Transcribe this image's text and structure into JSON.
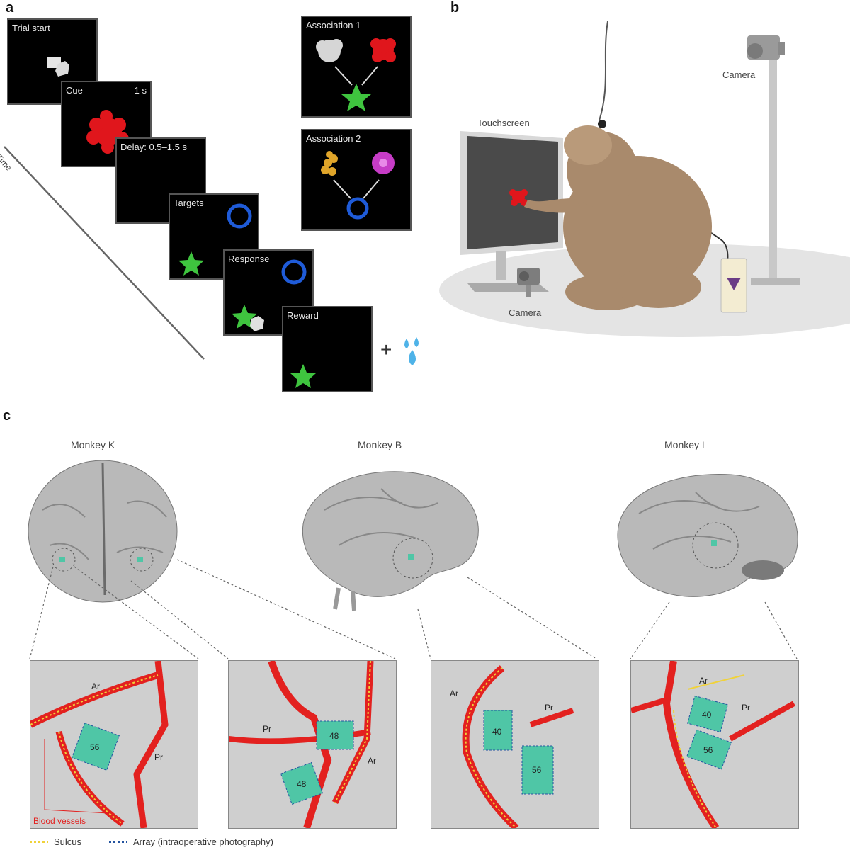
{
  "panels": {
    "a": "a",
    "b": "b",
    "c": "c"
  },
  "trial": {
    "time_label": "Time",
    "screens": [
      {
        "label": "Trial start",
        "extra": ""
      },
      {
        "label": "Cue",
        "extra": "1 s"
      },
      {
        "label": "Delay: 0.5–1.5 s",
        "extra": ""
      },
      {
        "label": "Targets",
        "extra": ""
      },
      {
        "label": "Response",
        "extra": ""
      },
      {
        "label": "Reward",
        "extra": ""
      }
    ],
    "plus": "+"
  },
  "associations": [
    {
      "label": "Association 1"
    },
    {
      "label": "Association 2"
    }
  ],
  "setup": {
    "touchscreen": "Touchscreen",
    "camera_top": "Camera",
    "camera_bottom": "Camera"
  },
  "brains": [
    {
      "name": "Monkey K"
    },
    {
      "name": "Monkey B"
    },
    {
      "name": "Monkey L"
    }
  ],
  "zooms": [
    {
      "sulci": [
        "Ar",
        "Pr"
      ],
      "arrays": [
        "56"
      ],
      "note": "Blood vessels"
    },
    {
      "sulci": [
        "Pr",
        "Ar"
      ],
      "arrays": [
        "48",
        "48"
      ],
      "note": ""
    },
    {
      "sulci": [
        "Ar",
        "Pr"
      ],
      "arrays": [
        "40",
        "56"
      ],
      "note": ""
    },
    {
      "sulci": [
        "Ar",
        "Pr"
      ],
      "arrays": [
        "40",
        "56"
      ],
      "note": ""
    }
  ],
  "legend": {
    "sulcus": "Sulcus",
    "array": "Array (intraoperative photography)"
  },
  "colors": {
    "cue_red": "#e0161c",
    "target_green": "#3fc43f",
    "target_blue": "#1f5bd8",
    "assoc_yellow": "#e0a52a",
    "assoc_magenta": "#c63cc6",
    "vessel_red": "#e3211f",
    "array_teal": "#4fc6a6",
    "sulcus_yellow": "#f0d23a",
    "water_blue": "#4fb3e8"
  }
}
